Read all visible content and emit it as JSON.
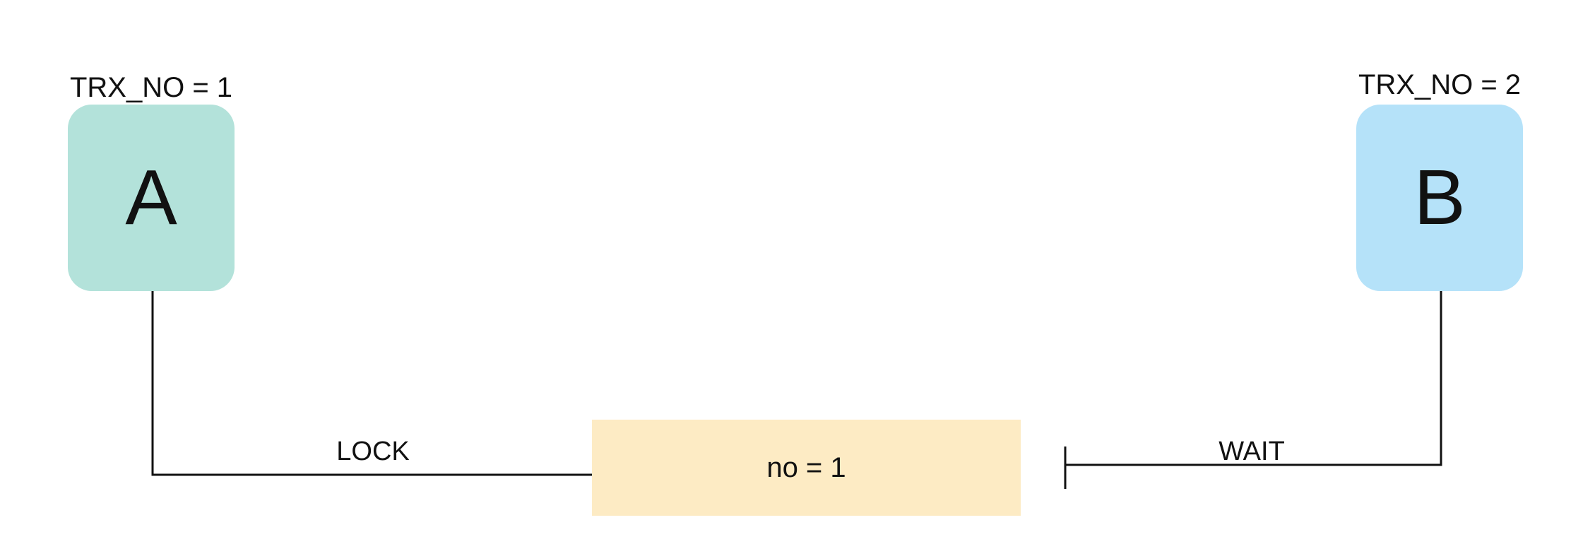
{
  "transactions": {
    "a": {
      "name": "A",
      "label": "TRX_NO = 1",
      "color": "#b3e2da"
    },
    "b": {
      "name": "B",
      "label": "TRX_NO = 2",
      "color": "#b5e2f9"
    }
  },
  "resource": {
    "label": "no = 1",
    "color": "#fdebc4"
  },
  "edges": {
    "lock": {
      "label": "LOCK"
    },
    "wait": {
      "label": "WAIT"
    }
  },
  "line_color": "#111111"
}
